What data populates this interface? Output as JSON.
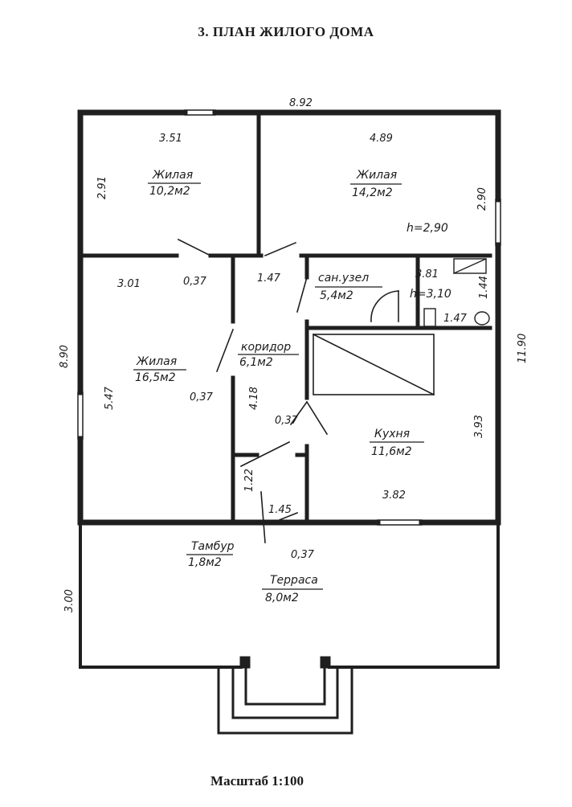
{
  "title": "3. ПЛАН ЖИЛОГО ДОМА",
  "scale": "Масштаб 1:100",
  "rooms": {
    "living1": {
      "name": "Жилая",
      "area": "10,2м2"
    },
    "living2": {
      "name": "Жилая",
      "area": "14,2м2"
    },
    "living3": {
      "name": "Жилая",
      "area": "16,5м2"
    },
    "bathroom": {
      "name": "сан.узел",
      "area": "5,4м2"
    },
    "corridor": {
      "name": "коридор",
      "area": "6,1м2"
    },
    "kitchen": {
      "name": "Кухня",
      "area": "11,6м2"
    },
    "vestibule": {
      "name": "Тамбур",
      "area": "1,8м2"
    },
    "terrace": {
      "name": "Терраса",
      "area": "8,0м2"
    }
  },
  "heights": {
    "main": "h=2,90",
    "bathroom": "h=3,10"
  },
  "dimensions": {
    "overall_width": "8.92",
    "overall_height_left": "8.90",
    "overall_height_right": "11.90",
    "living1_width": "3.51",
    "living1_height": "2.91",
    "living2_width": "4.89",
    "living2_height": "2.90",
    "living3_width": "3.01",
    "living3_height": "5.47",
    "corridor_width": "1.47",
    "corridor_height": "4.18",
    "bathroom_width": "3.81",
    "bathroom_height": "1.44",
    "bathroom_inner": "1.47",
    "kitchen_height": "3.93",
    "kitchen_width": "3.82",
    "vestibule_height": "1.22",
    "vestibule_width": "1.45",
    "terrace_height": "3.00",
    "door1": "0,37",
    "door2": "0,37",
    "door3": "0,37",
    "door4": "0,37"
  }
}
